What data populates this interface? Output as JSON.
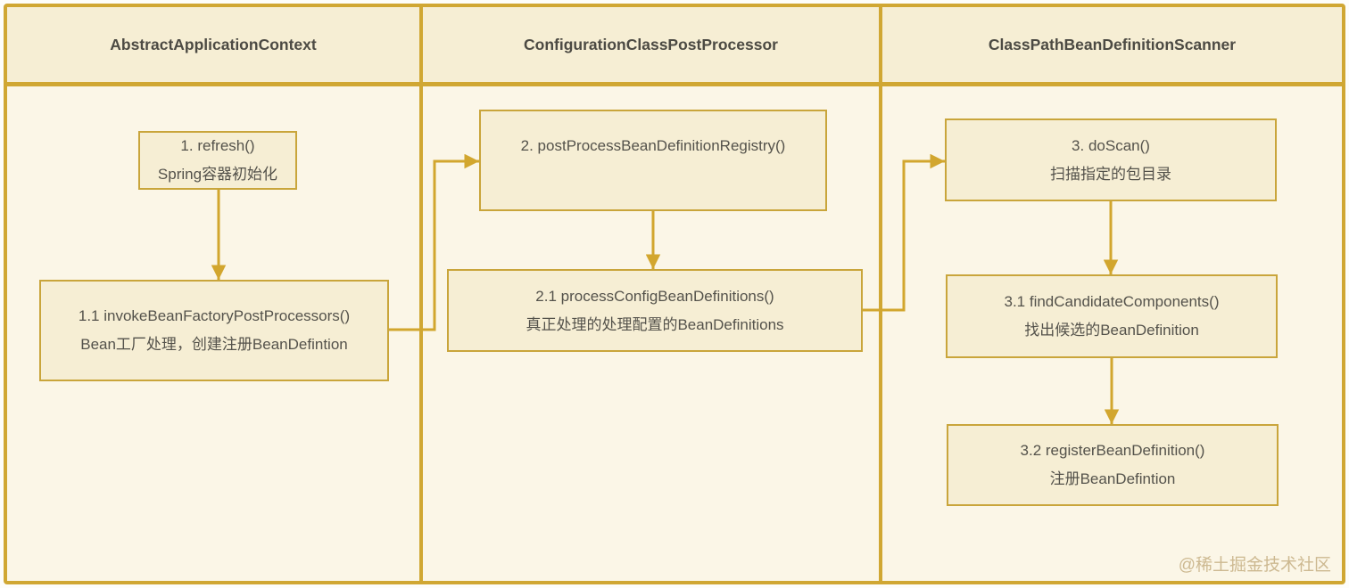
{
  "diagram": {
    "lanes": [
      {
        "title": "AbstractApplicationContext"
      },
      {
        "title": "ConfigurationClassPostProcessor"
      },
      {
        "title": "ClassPathBeanDefinitionScanner"
      }
    ],
    "nodes": [
      {
        "id": "refresh",
        "lane": "AbstractApplicationContext",
        "line1": "1. refresh()",
        "line2": "Spring容器初始化"
      },
      {
        "id": "invokeBeanFactoryPostProcessors",
        "lane": "AbstractApplicationContext",
        "line1": "1.1 invokeBeanFactoryPostProcessors()",
        "line2": "Bean工厂处理，创建注册BeanDefintion"
      },
      {
        "id": "postProcessBeanDefinitionRegistry",
        "lane": "ConfigurationClassPostProcessor",
        "line1": "2. postProcessBeanDefinitionRegistry()",
        "line2": ""
      },
      {
        "id": "processConfigBeanDefinitions",
        "lane": "ConfigurationClassPostProcessor",
        "line1": "2.1 processConfigBeanDefinitions()",
        "line2": "真正处理的处理配置的BeanDefinitions"
      },
      {
        "id": "doScan",
        "lane": "ClassPathBeanDefinitionScanner",
        "line1": "3. doScan()",
        "line2": "扫描指定的包目录"
      },
      {
        "id": "findCandidateComponents",
        "lane": "ClassPathBeanDefinitionScanner",
        "line1": "3.1 findCandidateComponents()",
        "line2": "找出候选的BeanDefinition"
      },
      {
        "id": "registerBeanDefinition",
        "lane": "ClassPathBeanDefinitionScanner",
        "line1": "3.2 registerBeanDefinition()",
        "line2": "注册BeanDefintion"
      }
    ],
    "edges": [
      {
        "from": "refresh",
        "to": "invokeBeanFactoryPostProcessors",
        "type": "down-arrow"
      },
      {
        "from": "invokeBeanFactoryPostProcessors",
        "to": "postProcessBeanDefinitionRegistry",
        "type": "elbow-right-up-right"
      },
      {
        "from": "postProcessBeanDefinitionRegistry",
        "to": "processConfigBeanDefinitions",
        "type": "down-arrow"
      },
      {
        "from": "processConfigBeanDefinitions",
        "to": "doScan",
        "type": "elbow-right-up-right"
      },
      {
        "from": "doScan",
        "to": "findCandidateComponents",
        "type": "down-arrow"
      },
      {
        "from": "findCandidateComponents",
        "to": "registerBeanDefinition",
        "type": "down-arrow"
      }
    ],
    "watermark": "@稀土掘金技术社区",
    "colors": {
      "frame_border": "#d0a733",
      "lane_background": "#fbf6e7",
      "header_background": "#f6eed4",
      "node_background": "#f6eed4",
      "node_border": "#c9a53b",
      "arrow": "#d2a62e",
      "text": "#54524b",
      "watermark": "#cdb991"
    }
  }
}
